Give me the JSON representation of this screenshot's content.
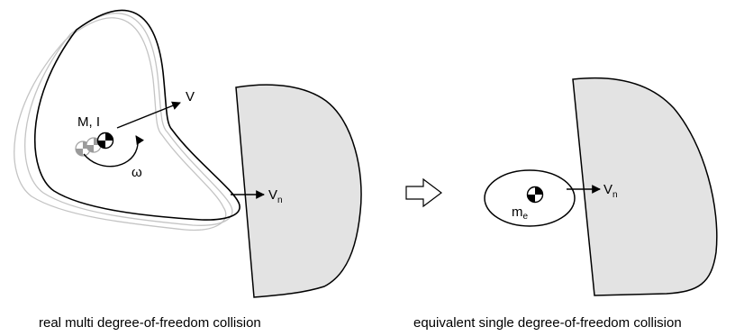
{
  "left_figure": {
    "mass_inertia_label": "M, I",
    "velocity_label": "V",
    "angular_velocity_label": "ω",
    "normal_velocity_label": "V",
    "normal_velocity_subscript": "n",
    "caption": "real multi degree-of-freedom collision"
  },
  "transition_arrow_icon": "hollow-right-arrow-icon",
  "right_figure": {
    "equivalent_mass_label": "m",
    "equivalent_mass_subscript": "e",
    "normal_velocity_label": "V",
    "normal_velocity_subscript": "n",
    "caption": "equivalent single degree-of-freedom collision"
  },
  "colors": {
    "outline": "#000000",
    "wall_fill": "#e3e3e3",
    "ghost_outline": "#b8b8b8",
    "ghost_mass_fill": "#9a9a9a"
  }
}
